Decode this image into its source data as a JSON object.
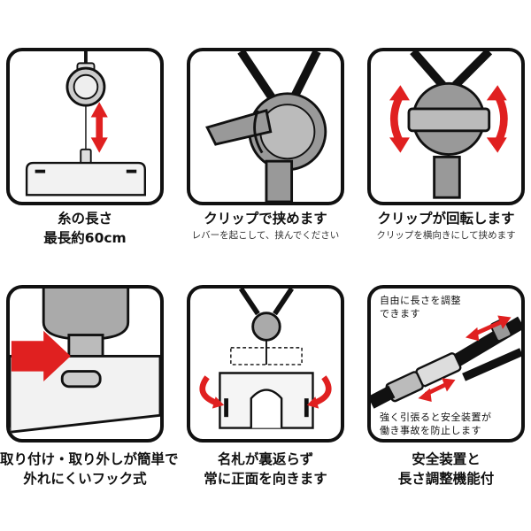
{
  "colors": {
    "red": "#e02020",
    "gray": "#9a9a9a",
    "dark": "#111111",
    "light": "#d8d8d8"
  },
  "panels": [
    {
      "title_lines": [
        "糸の長さ",
        "最長約60cm"
      ],
      "subtitle": ""
    },
    {
      "title_lines": [
        "クリップで挟めます"
      ],
      "subtitle": "レバーを起こして、挟んでください"
    },
    {
      "title_lines": [
        "クリップが回転します"
      ],
      "subtitle": "クリップを横向きにして挟めます"
    },
    {
      "title_lines": [
        "取り付け・取り外しが簡単で",
        "外れにくいフック式"
      ],
      "subtitle": ""
    },
    {
      "title_lines": [
        "名札が裏返らず",
        "常に正面を向きます"
      ],
      "subtitle": ""
    },
    {
      "title_lines": [
        "安全装置と",
        "長さ調整機能付"
      ],
      "subtitle": "",
      "note_top": [
        "自由に長さを調整",
        "できます"
      ],
      "note_bottom": [
        "強く引張ると安全装置が",
        "働き事故を防止します"
      ]
    }
  ]
}
